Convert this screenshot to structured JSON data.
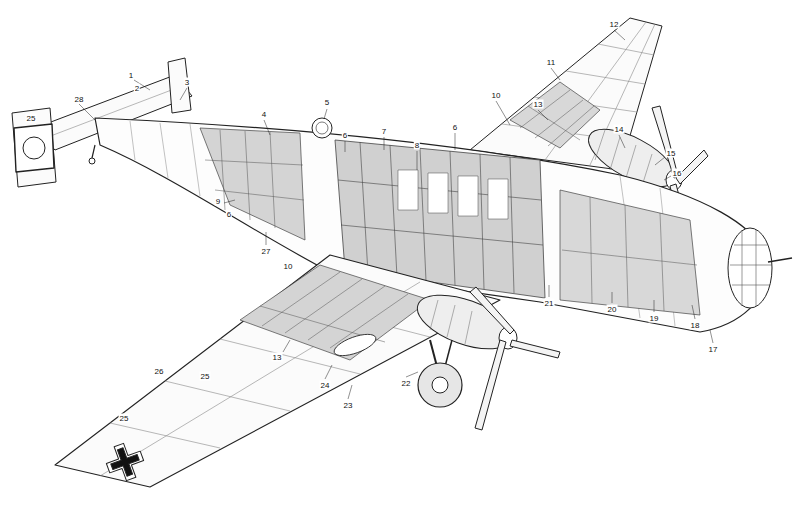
{
  "diagram": {
    "labels": [
      "12",
      "11",
      "1",
      "3",
      "2",
      "10",
      "28",
      "13",
      "4",
      "5",
      "25",
      "6",
      "14",
      "7",
      "6",
      "8",
      "15",
      "16",
      "9",
      "6",
      "27",
      "10",
      "21",
      "20",
      "19",
      "18",
      "17",
      "13",
      "26",
      "25",
      "22",
      "24",
      "23",
      "25"
    ]
  }
}
